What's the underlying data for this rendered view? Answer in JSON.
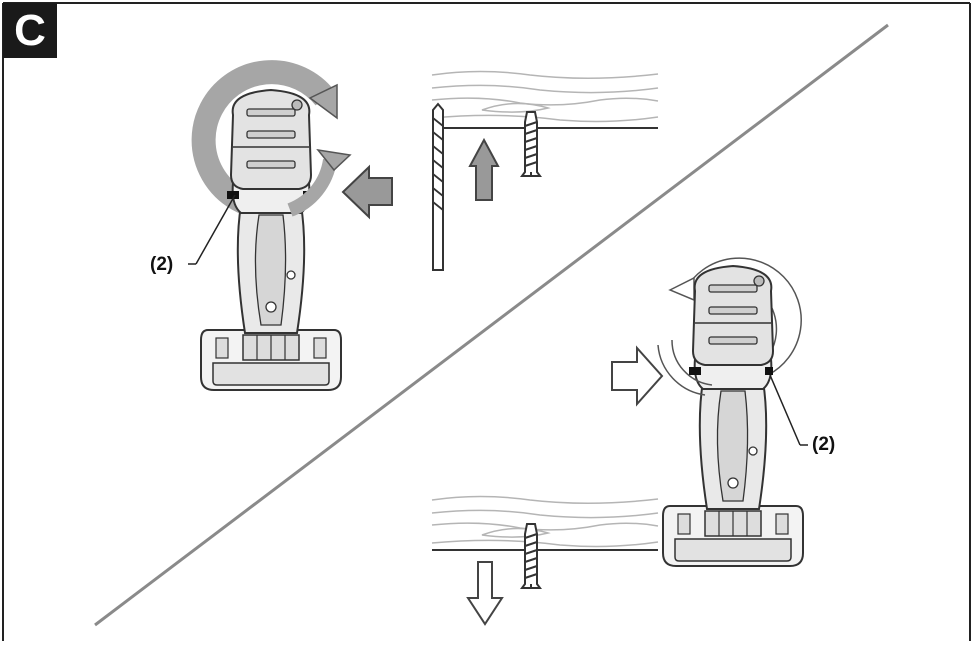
{
  "figure": {
    "badge_letter": "C",
    "callout_top_left": "(2)",
    "callout_bottom_right": "(2)"
  },
  "icons": [
    "drill-driver-icon",
    "rotation-arrow-icon",
    "push-arrow-icon",
    "drill-bit-icon",
    "wood-screw-icon",
    "wood-board-icon"
  ],
  "colors": {
    "outline": "#333333",
    "arrow_gray": "#999999",
    "ring_gray": "#a6a6a6",
    "board_line": "#b5b5b5"
  }
}
